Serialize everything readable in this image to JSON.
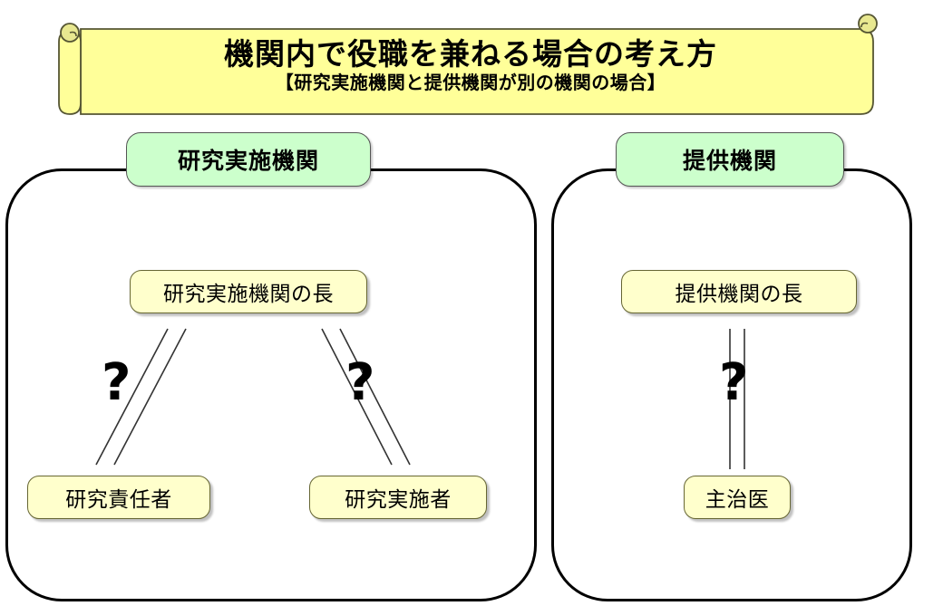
{
  "banner": {
    "title": "機関内で役職を兼ねる場合の考え方",
    "subtitle": "【研究実施機関と提供機関が別の機関の場合】",
    "fill_color": "#ffff99",
    "border_color": "#808000"
  },
  "palette": {
    "institution_header_fill": "#ccffcc",
    "role_box_fill": "#ffffcc",
    "line_color": "#333333",
    "border_color": "#000000",
    "background": "#ffffff"
  },
  "institutions": [
    {
      "id": "left",
      "header_label": "研究実施機関",
      "roles": {
        "head": "研究実施機関の長",
        "principal_investigator": "研究責任者",
        "implementer": "研究実施者"
      },
      "relations": [
        {
          "from": "研究実施機関の長",
          "to": "研究責任者",
          "marker": "?"
        },
        {
          "from": "研究実施機関の長",
          "to": "研究実施者",
          "marker": "?"
        }
      ]
    },
    {
      "id": "right",
      "header_label": "提供機関",
      "roles": {
        "head": "提供機関の長",
        "attending_physician": "主治医"
      },
      "relations": [
        {
          "from": "提供機関の長",
          "to": "主治医",
          "marker": "?"
        }
      ]
    }
  ],
  "markers": {
    "question": "?"
  }
}
